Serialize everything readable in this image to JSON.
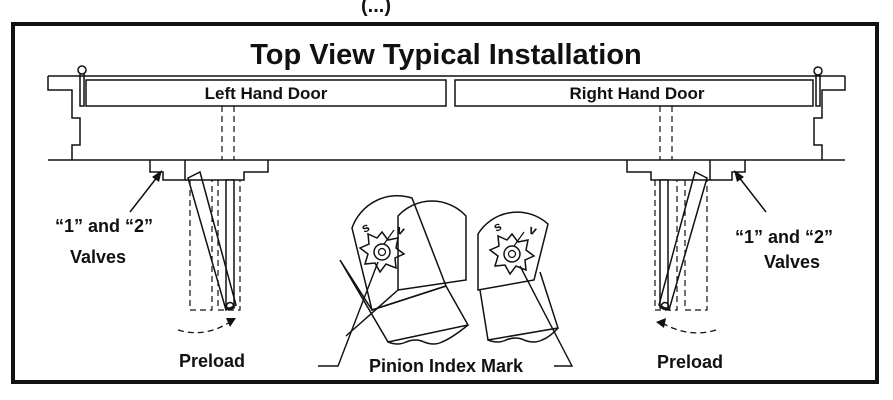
{
  "header_fragment": "(...)",
  "title": "Top View Typical Installation",
  "left_door_label": "Left Hand Door",
  "right_door_label": "Right Hand Door",
  "left_valves": {
    "line1": "“1” and “2”",
    "line2": "Valves"
  },
  "right_valves": {
    "line1": "“1” and “2”",
    "line2": "Valves"
  },
  "left_preload": "Preload",
  "right_preload": "Preload",
  "pinion_label": "Pinion Index Mark",
  "pinion_left_letters": [
    "s",
    "v"
  ],
  "pinion_right_letters": [
    "s",
    "v"
  ],
  "colors": {
    "ink": "#111111",
    "paper": "#ffffff"
  }
}
